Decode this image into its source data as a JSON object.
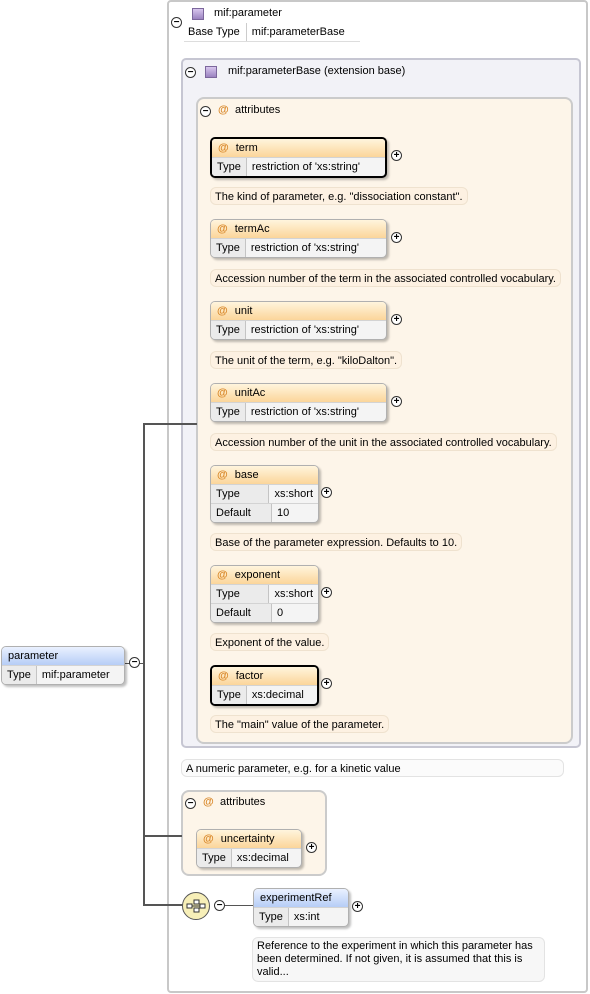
{
  "parameter": {
    "name": "parameter",
    "type_key": "Type",
    "type_value": "mif:parameter"
  },
  "complex_type": {
    "name": "mif:parameter",
    "base_key": "Base Type",
    "base_value": "mif:parameterBase"
  },
  "extension": {
    "label": "mif:parameterBase (extension base)"
  },
  "attributes_group": {
    "label": "attributes"
  },
  "attributes": [
    {
      "name": "term",
      "rows": [
        {
          "k": "Type",
          "v": "restriction of 'xs:string'"
        }
      ],
      "doc": "The kind of parameter, e.g. \"dissociation constant\"."
    },
    {
      "name": "termAc",
      "rows": [
        {
          "k": "Type",
          "v": "restriction of 'xs:string'"
        }
      ],
      "doc": "Accession number of the term in the associated controlled vocabulary."
    },
    {
      "name": "unit",
      "rows": [
        {
          "k": "Type",
          "v": "restriction of 'xs:string'"
        }
      ],
      "doc": "The unit of the term, e.g. \"kiloDalton\"."
    },
    {
      "name": "unitAc",
      "rows": [
        {
          "k": "Type",
          "v": "restriction of 'xs:string'"
        }
      ],
      "doc": "Accession number of the unit in the associated controlled vocabulary."
    },
    {
      "name": "base",
      "rows": [
        {
          "k": "Type",
          "v": "xs:short"
        },
        {
          "k": "Default",
          "v": "10"
        }
      ],
      "doc": "Base of the parameter expression. Defaults to 10."
    },
    {
      "name": "exponent",
      "rows": [
        {
          "k": "Type",
          "v": "xs:short"
        },
        {
          "k": "Default",
          "v": "0"
        }
      ],
      "doc": "Exponent of the value."
    },
    {
      "name": "factor",
      "rows": [
        {
          "k": "Type",
          "v": "xs:decimal"
        }
      ],
      "doc": "The \"main\" value of the parameter."
    }
  ],
  "parameter_doc": "A numeric parameter, e.g. for a kinetic value",
  "attributes_group2": {
    "label": "attributes"
  },
  "uncertainty": {
    "name": "uncertainty",
    "type_key": "Type",
    "type_value": "xs:decimal"
  },
  "experiment_ref": {
    "name": "experimentRef",
    "type_key": "Type",
    "type_value": "xs:int",
    "doc_line1": "Reference to the experiment in which this parameter has",
    "doc_line2": "been determined. If not given, it is assumed that this is",
    "doc_line3": "valid..."
  },
  "symbols": {
    "collapse": "−",
    "expand": "+",
    "at": "@"
  },
  "colors": {
    "attribute_header": "#fbd59a",
    "element_header": "#b6cdf6",
    "attribute_group_bg": "#fdf5e9",
    "extension_bg": "#f2f2f7"
  }
}
